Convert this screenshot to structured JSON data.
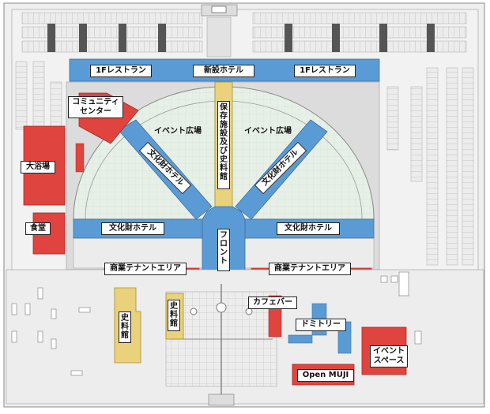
{
  "labels": {
    "restaurant_1f_left": "1Fレストラン",
    "new_hotel": "新設ホテル",
    "restaurant_1f_right": "1Fレストラン",
    "community_center": "コミュニティ\nセンター",
    "event_plaza_left": "イベント広場",
    "event_plaza_right": "イベント広場",
    "preserved_facility": "保存施設及び史料館",
    "bathhouse": "大浴場",
    "cultural_hotel_diag_left": "文化財ホテル",
    "cultural_hotel_diag_right": "文化財ホテル",
    "cafeteria": "食堂",
    "cultural_hotel_left": "文化財ホテル",
    "cultural_hotel_right": "文化財ホテル",
    "front": "フロント",
    "tenant_left": "商業テナントエリア",
    "tenant_right": "商業テナントエリア",
    "cafe_bar": "カフェバー",
    "archive_left": "史料館",
    "archive_center": "史料館",
    "dormitory": "ドミトリー",
    "event_space": "イベント\nスペース",
    "open_muji": "Open MUJI"
  },
  "colors": {
    "hotel_blue": "#5b9bd5",
    "tenant_red": "#e0443e",
    "archive_yellow": "#e9d27b",
    "plaza_green": "#e6f0e6",
    "ground_gray": "#e3e3e3",
    "line_gray": "#9a9a9a"
  },
  "icons": {
    "compass": "north-arrow-icon"
  }
}
